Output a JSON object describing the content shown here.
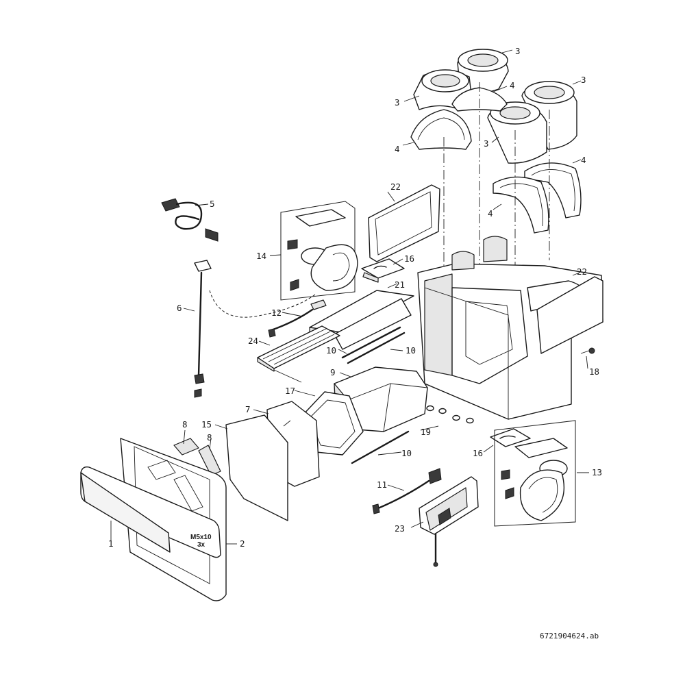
{
  "callouts": {
    "c1": "1",
    "c2": "2",
    "c3a": "3",
    "c3b": "3",
    "c3c": "3",
    "c3d": "3",
    "c4a": "4",
    "c4b": "4",
    "c4c": "4",
    "c4d": "4",
    "c5": "5",
    "c6": "6",
    "c7": "7",
    "c8a": "8",
    "c8b": "8",
    "c9": "9",
    "c10a": "10",
    "c10b": "10",
    "c10c": "10",
    "c11": "11",
    "c12": "12",
    "c13": "13",
    "c14": "14",
    "c15": "15",
    "c16a": "16",
    "c16b": "16",
    "c17": "17",
    "c18": "18",
    "c19": "19",
    "c21": "21",
    "c22a": "22",
    "c22b": "22",
    "c23": "23",
    "c24": "24"
  },
  "screw_note": {
    "line1": "M5x10",
    "line2": "3x"
  },
  "document_ref": "6721904624.ab"
}
